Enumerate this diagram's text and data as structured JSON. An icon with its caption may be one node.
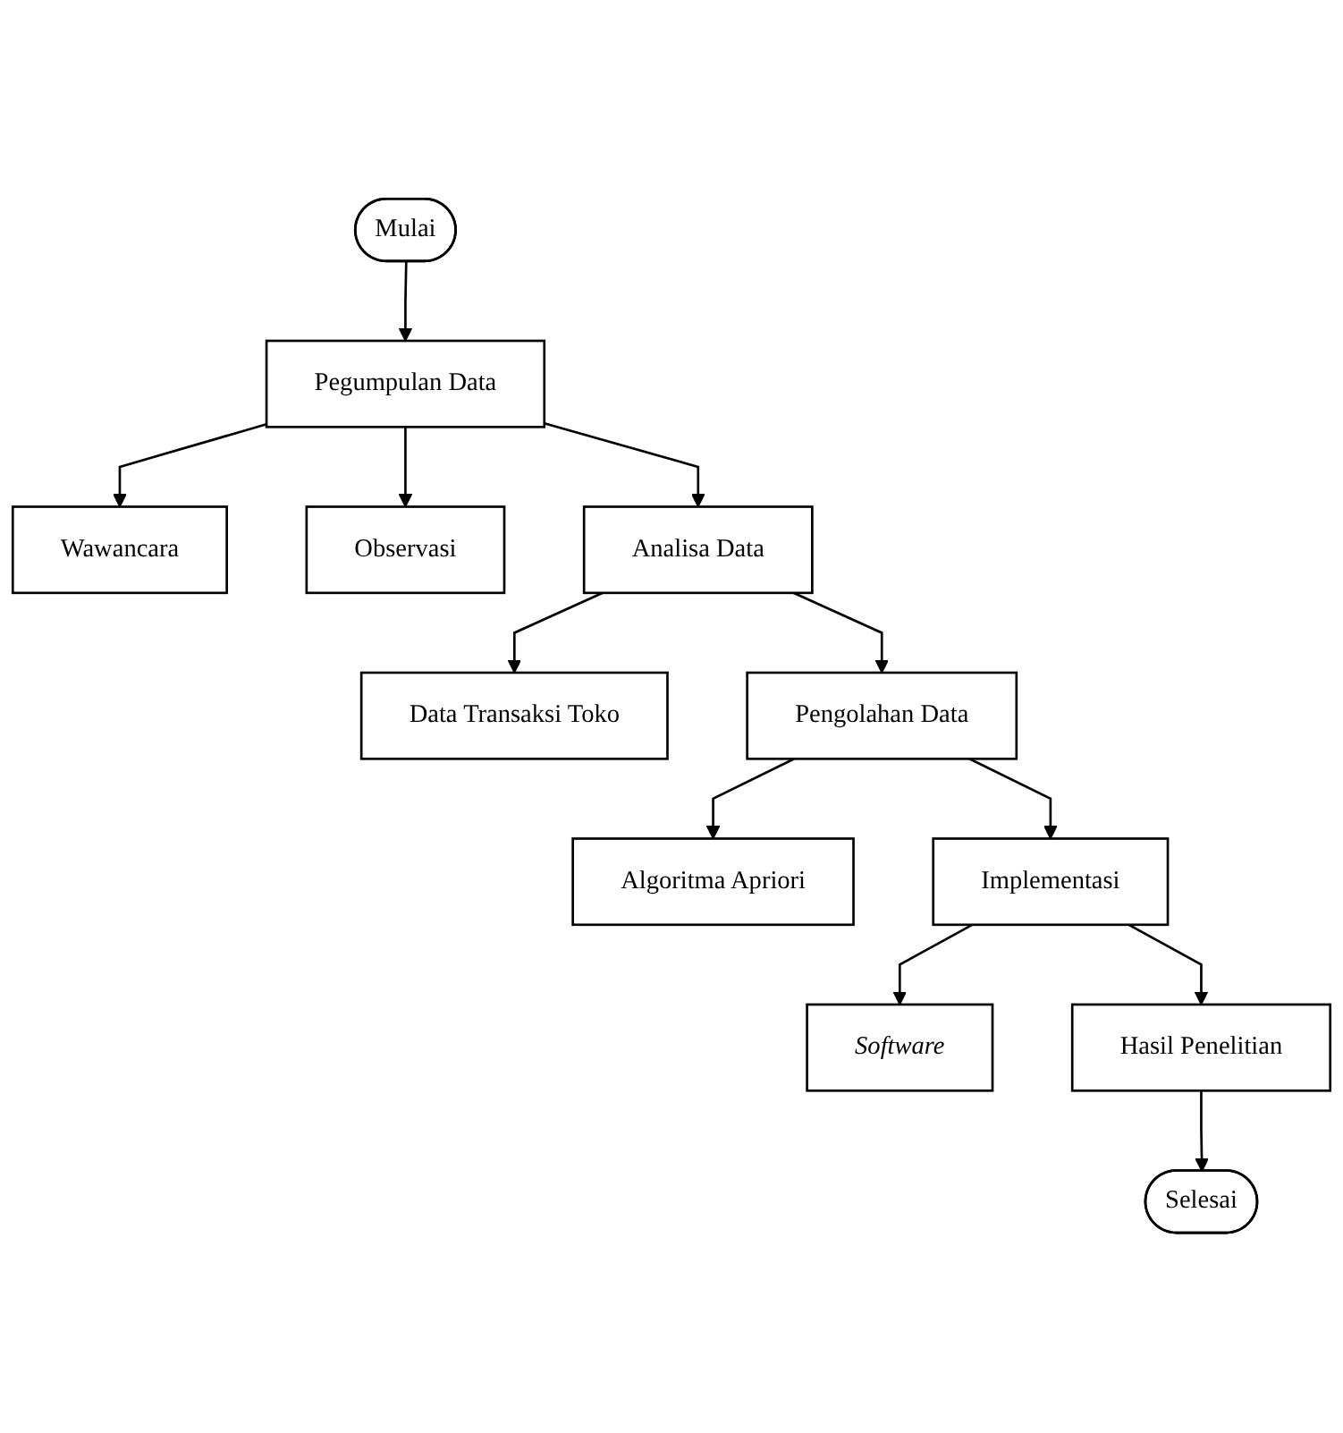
{
  "diagram": {
    "nodes": [
      {
        "text": [
          "Mulai"
        ]
      },
      {
        "text": [
          "Pegumpulan Data"
        ]
      },
      {
        "text": [
          "Wawancara"
        ]
      },
      {
        "text": [
          "Observasi"
        ]
      },
      {
        "text": [
          "Analisa Data"
        ]
      },
      {
        "text": [
          "Data Transaksi Toko"
        ]
      },
      {
        "text": [
          "Pengolahan Data"
        ]
      },
      {
        "text": [
          "Algoritma Apriori"
        ]
      },
      {
        "text": [
          "Implementasi"
        ]
      },
      {
        "text": [
          "Software"
        ]
      },
      {
        "text": [
          "Hasil Penelitian"
        ]
      },
      {
        "text": [
          "Selesai"
        ]
      }
    ],
    "edges": [
      {
        "from": 0,
        "to": 1,
        "arrow": "to"
      },
      {
        "from": 1,
        "to": 2,
        "arrow": "to"
      },
      {
        "from": 1,
        "to": 3,
        "arrow": "to"
      },
      {
        "from": 1,
        "to": 4,
        "arrow": "to"
      },
      {
        "from": 4,
        "to": 5,
        "arrow": "to"
      },
      {
        "from": 4,
        "to": 6,
        "arrow": "to"
      },
      {
        "from": 6,
        "to": 7,
        "arrow": "to"
      },
      {
        "from": 6,
        "to": 8,
        "arrow": "to"
      },
      {
        "from": 8,
        "to": 9,
        "arrow": "to"
      },
      {
        "from": 8,
        "to": 10,
        "arrow": "to"
      },
      {
        "from": 10,
        "to": 11,
        "arrow": "to"
      }
    ]
  }
}
